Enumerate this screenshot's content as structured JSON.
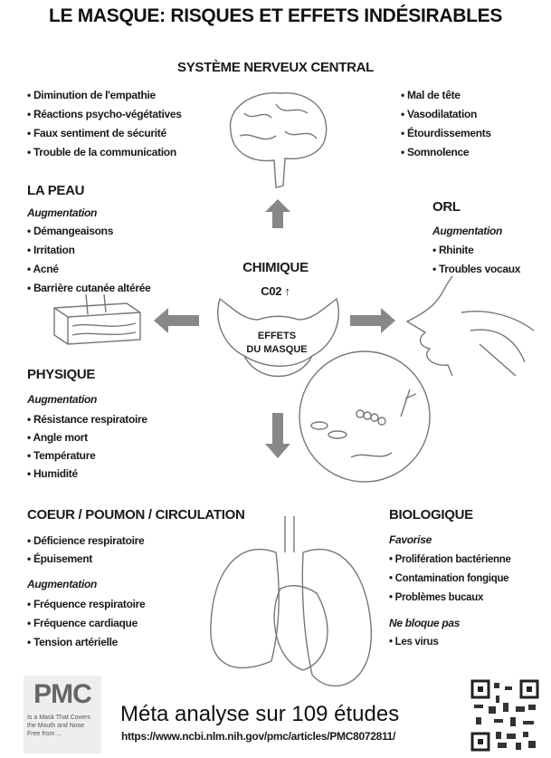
{
  "title": "LE MASQUE: RISQUES ET EFFETS INDÉSIRABLES",
  "snc": {
    "heading": "SYSTÈME NERVEUX CENTRAL",
    "left_items": [
      "Diminution de l'empathie",
      "Réactions psycho-végétatives",
      "Faux sentiment de sécurité",
      "Trouble de la communication"
    ],
    "right_items": [
      "Mal de tête",
      "Vasodilatation",
      "Étourdissements",
      "Somnolence"
    ]
  },
  "peau": {
    "heading": "LA PEAU",
    "sub": "Augmentation",
    "items": [
      "Démangeaisons",
      "Irritation",
      "Acné",
      "Barrière cutanée altérée"
    ]
  },
  "orl": {
    "heading": "ORL",
    "sub": "Augmentation",
    "items": [
      "Rhinite",
      "Troubles vocaux"
    ]
  },
  "chimique": {
    "heading": "CHIMIQUE",
    "co2": "C02 ↑"
  },
  "center": {
    "line1": "EFFETS",
    "line2": "DU MASQUE"
  },
  "physique": {
    "heading": "PHYSIQUE",
    "sub": "Augmentation",
    "items": [
      "Résistance respiratoire",
      "Angle mort",
      "Température",
      "Humidité"
    ]
  },
  "coeur": {
    "heading": "COEUR / POUMON / CIRCULATION",
    "items": [
      "Déficience respiratoire",
      "Épuisement"
    ],
    "sub": "Augmentation",
    "items2": [
      "Fréquence respiratoire",
      "Fréquence cardiaque",
      "Tension artérielle"
    ]
  },
  "bio": {
    "heading": "BIOLOGIQUE",
    "sub": "Favorise",
    "items": [
      "Prolifération bactérienne",
      "Contamination fongique",
      "Problèmes bucaux"
    ],
    "sub2": "Ne bloque pas",
    "items2": [
      "Les virus"
    ]
  },
  "footer": {
    "logo": "PMC",
    "logo_caption": "Is a Mask That Covers the Mouth and Nose Free from ...",
    "meta": "Méta analyse sur 109 études",
    "url": "https://www.ncbi.nlm.nih.gov/pmc/articles/PMC8072811/"
  }
}
